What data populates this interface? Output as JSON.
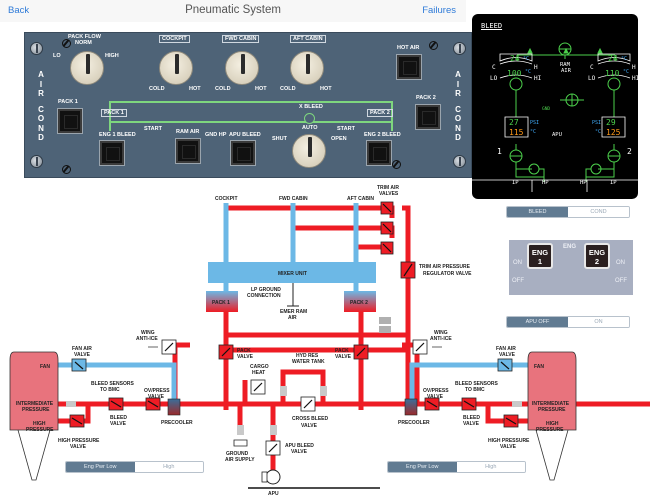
{
  "nav": {
    "back": "Back",
    "title": "Pneumatic System",
    "failures": "Failures"
  },
  "overhead": {
    "side_label_left": [
      "A",
      "I",
      "R",
      "",
      "C",
      "O",
      "N",
      "D"
    ],
    "side_label_right": [
      "A",
      "I",
      "R",
      "",
      "C",
      "O",
      "N",
      "D"
    ],
    "pack_flow": {
      "title": "PACK FLOW",
      "norm": "NORM",
      "lo": "LO",
      "high": "HIGH"
    },
    "zones": [
      {
        "label": "COCKPIT",
        "cold": "COLD",
        "hot": "HOT"
      },
      {
        "label": "FWD CABIN",
        "cold": "COLD",
        "hot": "HOT"
      },
      {
        "label": "AFT CABIN",
        "cold": "COLD",
        "hot": "HOT"
      }
    ],
    "hot_air": "HOT AIR",
    "pack1": "PACK 1",
    "pack2": "PACK 2",
    "pack1_tag": "PACK 1",
    "pack2_tag": "PACK 2",
    "eng1_bleed": "ENG 1 BLEED",
    "eng2_bleed": "ENG 2 BLEED",
    "start1": "START",
    "start2": "START",
    "ram_air": "RAM AIR",
    "gnd_hp": "GND HP",
    "apu_bleed": "APU BLEED",
    "x_bleed": {
      "title": "X BLEED",
      "auto": "AUTO",
      "shut": "SHUT",
      "open": "OPEN"
    }
  },
  "ecam": {
    "title": "BLEED",
    "left": {
      "outlet_temp": "24",
      "flow_temp": "100",
      "unit": "°C",
      "psi": "27",
      "temp": "115",
      "psi_unit": "PSI",
      "temp_unit": "°C",
      "engine_no": "1",
      "ip": "IP",
      "hp": "HP",
      "c": "C",
      "h": "H",
      "lo": "LO",
      "hi": "HI"
    },
    "right": {
      "outlet_temp": "24",
      "flow_temp": "110",
      "unit": "°C",
      "psi": "29",
      "temp": "125",
      "psi_unit": "PSI",
      "temp_unit": "°C",
      "engine_no": "2",
      "ip": "IP",
      "hp": "HP",
      "c": "C",
      "h": "H",
      "lo": "LO",
      "hi": "HI"
    },
    "ram_air": [
      "RAM",
      "AIR"
    ],
    "apu": "APU",
    "gnd": "GND",
    "colors": {
      "green": "#4cd04c",
      "amber": "#ff9a1a",
      "cyan": "#3fa9f5",
      "white": "#ffffff"
    }
  },
  "page_selector": {
    "options": [
      "BLEED",
      "COND"
    ],
    "selected": "BLEED"
  },
  "eng_panel": {
    "title": "ENG",
    "sw1": [
      "ENG",
      "1"
    ],
    "sw2": [
      "ENG",
      "2"
    ],
    "on": "ON",
    "off": "OFF"
  },
  "apu_selector": {
    "options": [
      "APU OFF",
      "ON"
    ],
    "selected": "APU OFF"
  },
  "eng_pwr_left": {
    "options": [
      "Eng Pwr Low",
      "High"
    ],
    "selected": "Eng Pwr Low"
  },
  "eng_pwr_right": {
    "options": [
      "Eng Pwr Low",
      "High"
    ],
    "selected": "Eng Pwr Low"
  },
  "schematic": {
    "cockpit": "COCKPIT",
    "fwd_cabin": "FWD CABIN",
    "aft_cabin": "AFT CABIN",
    "trim_air_valves": [
      "TRIM AIR",
      "VALVES"
    ],
    "mixer_unit": "MIXER UNIT",
    "trim_reg_valve": [
      "TRIM AIR PRESSURE",
      "REGULATOR VALVE"
    ],
    "pack1": "PACK 1",
    "pack2": "PACK 2",
    "lp_ground": [
      "LP GROUND",
      "CONNECTION"
    ],
    "emer_ram": [
      "EMER RAM",
      "AIR"
    ],
    "wing_anti_ice": [
      "WING",
      "ANTI-ICE"
    ],
    "pack_valve": [
      "PACK",
      "VALVE"
    ],
    "cargo_heat": [
      "CARGO",
      "HEAT"
    ],
    "hyd_res": [
      "HYD RES",
      "WATER TANK"
    ],
    "cross_bleed": [
      "CROSS BLEED",
      "VALVE"
    ],
    "ground_air": [
      "GROUND",
      "AIR SUPPLY"
    ],
    "apu_bleed_valve": [
      "APU BLEED",
      "VALVE"
    ],
    "apu": "APU",
    "fan_air_valve": [
      "FAN AIR",
      "VALVE"
    ],
    "bleed_sensors": [
      "BLEED SENSORS",
      "TO BMC"
    ],
    "ov_press": [
      "OV/PRESS",
      "VALVE"
    ],
    "bleed_valve": [
      "BLEED",
      "VALVE"
    ],
    "precooler": "PRECOOLER",
    "hp_valve": [
      "HIGH PRESSURE",
      "VALVE"
    ],
    "fan": "FAN",
    "ip": [
      "INTERMEDIATE",
      "PRESSURE"
    ],
    "hp": [
      "HIGH",
      "PRESSURE"
    ],
    "colors": {
      "hot": "#ee1c24",
      "cold": "#6cb8e6",
      "engine": "#e8737d"
    }
  }
}
